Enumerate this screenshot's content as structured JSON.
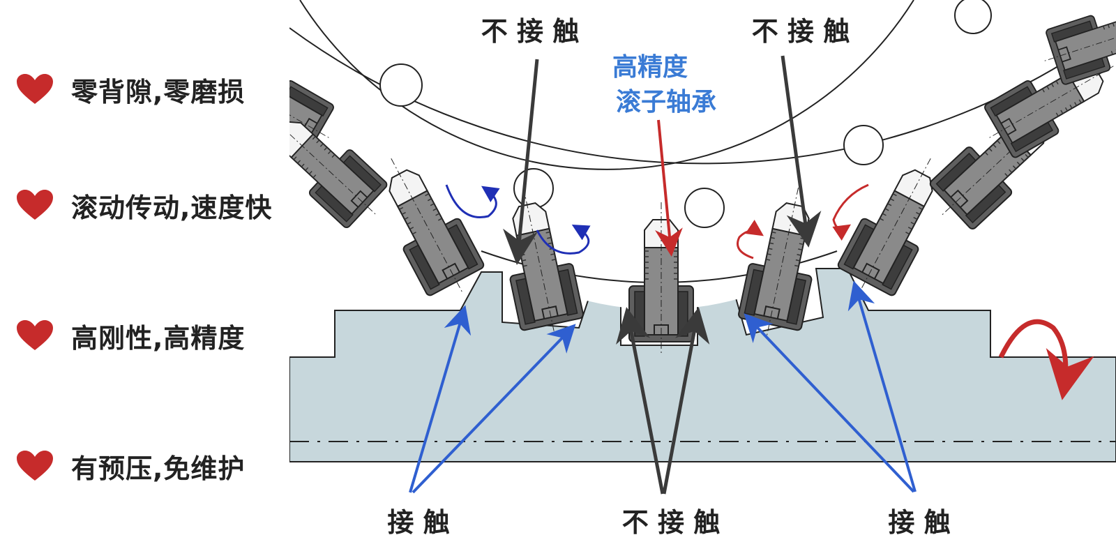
{
  "features": [
    {
      "label": "零背隙,零磨损"
    },
    {
      "label": "滚动传动,速度快"
    },
    {
      "label": "高刚性,高精度"
    },
    {
      "label": "有预压,免维护"
    }
  ],
  "labels": {
    "top_left": "不 接 触",
    "top_right": "不 接 触",
    "bearing_line1": "高精度",
    "bearing_line2": "滚子轴承",
    "bottom_left": "接 触",
    "bottom_center": "不 接 触",
    "bottom_right": "接 触"
  },
  "colors": {
    "heart": "#c62b2b",
    "rack": "#c7d7dc",
    "roller_body": "#7a7a7a",
    "contact_arrow": "#2f5fd0",
    "noncontact_arrow": "#3a3a3a",
    "bearing_text": "#3a7bd5",
    "bearing_arrow": "#c62b2b",
    "rotation_blue": "#1f2fb5",
    "rotation_red": "#c62b2b"
  },
  "icons": [
    "heart-icon",
    "roller-pin",
    "rotation-arrow",
    "curved-rotation-arrow"
  ]
}
